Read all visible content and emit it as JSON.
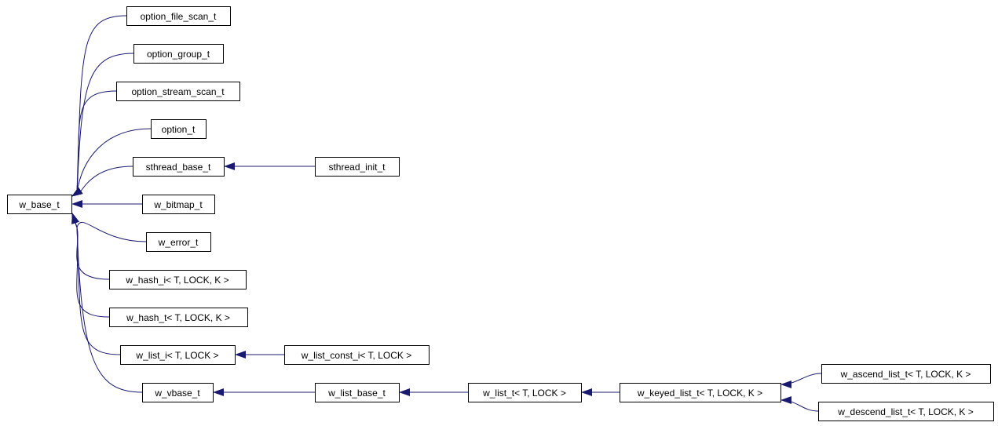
{
  "diagram": {
    "edge_color": "#191970",
    "nodes": [
      {
        "id": "w_base_t",
        "label": "w_base_t"
      },
      {
        "id": "option_file_scan_t",
        "label": "option_file_scan_t"
      },
      {
        "id": "option_group_t",
        "label": "option_group_t"
      },
      {
        "id": "option_stream_scan_t",
        "label": "option_stream_scan_t"
      },
      {
        "id": "option_t",
        "label": "option_t"
      },
      {
        "id": "sthread_base_t",
        "label": "sthread_base_t"
      },
      {
        "id": "sthread_init_t",
        "label": "sthread_init_t"
      },
      {
        "id": "w_bitmap_t",
        "label": "w_bitmap_t"
      },
      {
        "id": "w_error_t",
        "label": "w_error_t"
      },
      {
        "id": "w_hash_i",
        "label": "w_hash_i< T, LOCK, K >"
      },
      {
        "id": "w_hash_t",
        "label": "w_hash_t< T, LOCK, K >"
      },
      {
        "id": "w_list_i",
        "label": "w_list_i< T, LOCK >"
      },
      {
        "id": "w_list_const_i",
        "label": "w_list_const_i< T, LOCK >"
      },
      {
        "id": "w_vbase_t",
        "label": "w_vbase_t"
      },
      {
        "id": "w_list_base_t",
        "label": "w_list_base_t"
      },
      {
        "id": "w_list_t",
        "label": "w_list_t< T, LOCK >"
      },
      {
        "id": "w_keyed_list_t",
        "label": "w_keyed_list_t< T, LOCK, K >"
      },
      {
        "id": "w_ascend_list_t",
        "label": "w_ascend_list_t< T, LOCK, K >"
      },
      {
        "id": "w_descend_list_t",
        "label": "w_descend_list_t< T, LOCK, K >"
      }
    ],
    "edges": [
      {
        "child": "option_file_scan_t",
        "parent": "w_base_t"
      },
      {
        "child": "option_group_t",
        "parent": "w_base_t"
      },
      {
        "child": "option_stream_scan_t",
        "parent": "w_base_t"
      },
      {
        "child": "option_t",
        "parent": "w_base_t"
      },
      {
        "child": "sthread_base_t",
        "parent": "w_base_t"
      },
      {
        "child": "w_bitmap_t",
        "parent": "w_base_t"
      },
      {
        "child": "w_error_t",
        "parent": "w_base_t"
      },
      {
        "child": "w_hash_i",
        "parent": "w_base_t"
      },
      {
        "child": "w_hash_t",
        "parent": "w_base_t"
      },
      {
        "child": "w_list_i",
        "parent": "w_base_t"
      },
      {
        "child": "w_vbase_t",
        "parent": "w_base_t"
      },
      {
        "child": "sthread_init_t",
        "parent": "sthread_base_t"
      },
      {
        "child": "w_list_const_i",
        "parent": "w_list_i"
      },
      {
        "child": "w_list_base_t",
        "parent": "w_vbase_t"
      },
      {
        "child": "w_list_t",
        "parent": "w_list_base_t"
      },
      {
        "child": "w_keyed_list_t",
        "parent": "w_list_t"
      },
      {
        "child": "w_ascend_list_t",
        "parent": "w_keyed_list_t"
      },
      {
        "child": "w_descend_list_t",
        "parent": "w_keyed_list_t"
      }
    ]
  }
}
